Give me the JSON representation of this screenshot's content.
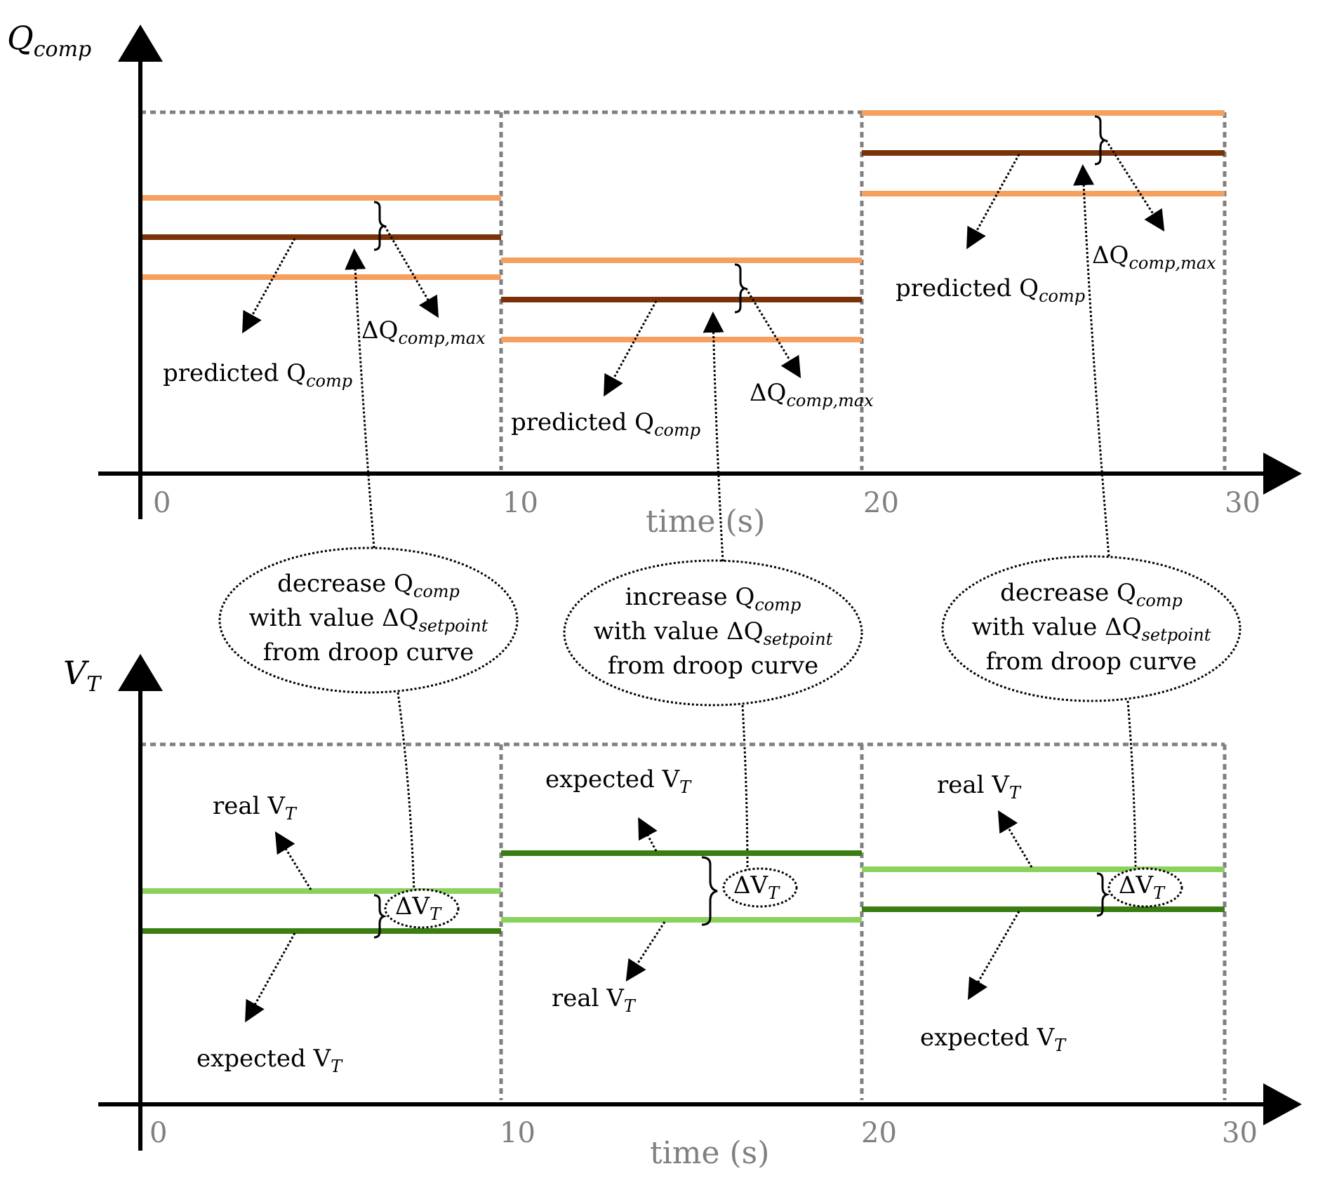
{
  "colors": {
    "axis": "#000000",
    "grid": "#808080",
    "q_predicted": "#7a3208",
    "q_band": "#f5a05f",
    "v_expected": "#3a7d12",
    "v_real": "#8ad15e",
    "tick_text": "#808080"
  },
  "top_panel": {
    "y_axis_label": "Q",
    "y_axis_sub": "comp",
    "x_axis_label": "time (s)",
    "x_ticks": [
      "0",
      "10",
      "20",
      "30"
    ],
    "segments": [
      {
        "predicted_label": "predicted Q",
        "predicted_sub": "comp",
        "delta_label": "ΔQ",
        "delta_sub": "comp,max"
      },
      {
        "predicted_label": "predicted Q",
        "predicted_sub": "comp",
        "delta_label": "ΔQ",
        "delta_sub": "comp,max"
      },
      {
        "predicted_label": "predicted Q",
        "predicted_sub": "comp",
        "delta_label": "ΔQ",
        "delta_sub": "comp,max"
      }
    ]
  },
  "callouts": [
    {
      "line1": "decrease Q",
      "line1_sub": "comp",
      "line2": "with value ΔQ",
      "line2_sub": "setpoint",
      "line3": "from droop curve"
    },
    {
      "line1": "increase Q",
      "line1_sub": "comp",
      "line2": "with value ΔQ",
      "line2_sub": "setpoint",
      "line3": "from droop curve"
    },
    {
      "line1": "decrease Q",
      "line1_sub": "comp",
      "line2": "with value ΔQ",
      "line2_sub": "setpoint",
      "line3": "from droop curve"
    }
  ],
  "bottom_panel": {
    "y_axis_label": "V",
    "y_axis_sub": "T",
    "x_axis_label": "time (s)",
    "x_ticks": [
      "0",
      "10",
      "20",
      "30"
    ],
    "segments": [
      {
        "upper_label": "real V",
        "lower_label": "expected V",
        "sub": "T",
        "delta_label": "ΔV",
        "delta_sub": "T"
      },
      {
        "upper_label": "expected V",
        "lower_label": "real V",
        "sub": "T",
        "delta_label": "ΔV",
        "delta_sub": "T"
      },
      {
        "upper_label": "real V",
        "lower_label": "expected V",
        "sub": "T",
        "delta_label": "ΔV",
        "delta_sub": "T"
      }
    ]
  }
}
